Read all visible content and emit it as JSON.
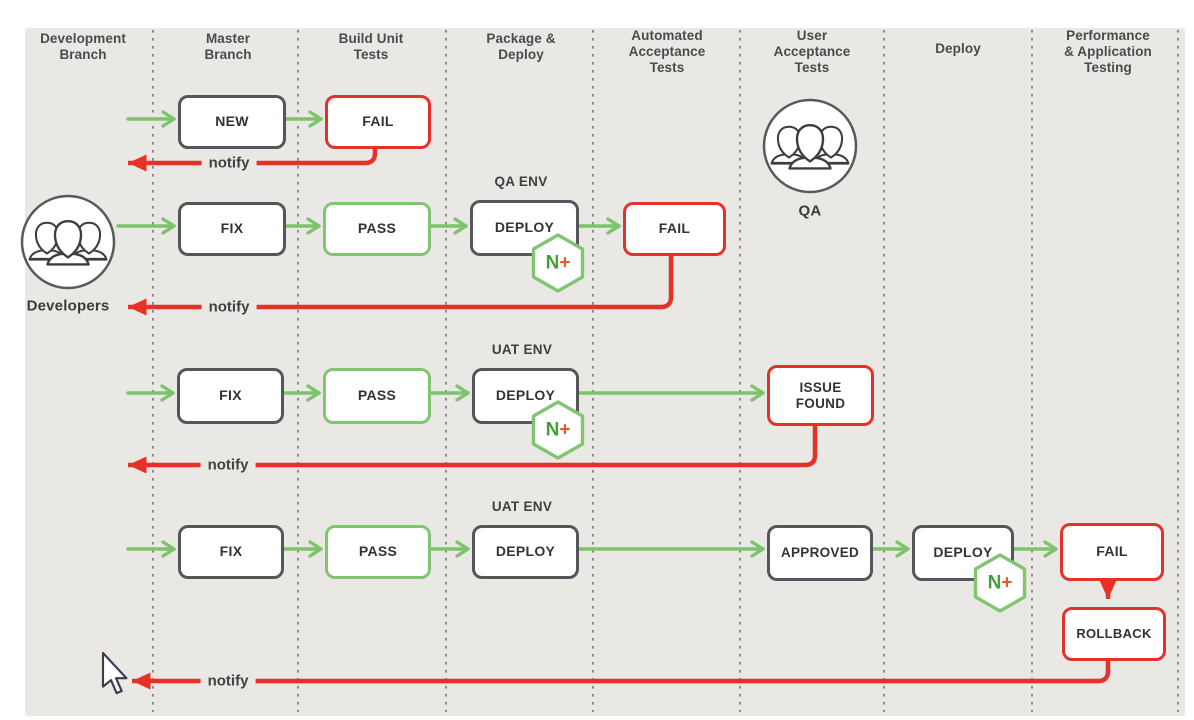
{
  "diagram": {
    "type": "ci-cd-pipeline-flow",
    "colors": {
      "background": "#e9e8e5",
      "green_arrow": "#7dc36b",
      "green_border": "#82c571",
      "red": "#e73128",
      "dark_border": "#55565a",
      "text": "#3b3b3d",
      "nginx_n_green": "#41a037",
      "nginx_plus_orange": "#e35a2b"
    }
  },
  "columns": [
    {
      "label": "Development\nBranch"
    },
    {
      "label": "Master\nBranch"
    },
    {
      "label": "Build Unit\nTests"
    },
    {
      "label": "Package &\nDeploy"
    },
    {
      "label": "Automated\nAcceptance\nTests"
    },
    {
      "label": "User\nAcceptance\nTests"
    },
    {
      "label": "Deploy"
    },
    {
      "label": "Performance\n& Application\nTesting"
    }
  ],
  "actors": {
    "developers": {
      "label": "Developers"
    },
    "qa": {
      "label": "QA"
    }
  },
  "badge": {
    "n": "N",
    "plus": "+"
  },
  "labels": {
    "notify": "notify"
  },
  "rows": {
    "row1": {
      "new": "NEW",
      "fail": "FAIL"
    },
    "row2": {
      "fix": "FIX",
      "pass": "PASS",
      "env": "QA ENV",
      "deploy": "DEPLOY",
      "fail": "FAIL"
    },
    "row3": {
      "fix": "FIX",
      "pass": "PASS",
      "env": "UAT ENV",
      "deploy": "DEPLOY",
      "issue": "ISSUE\nFOUND"
    },
    "row4": {
      "fix": "FIX",
      "pass": "PASS",
      "env": "UAT ENV",
      "deploy": "DEPLOY",
      "approved": "APPROVED",
      "deploy2": "DEPLOY",
      "fail": "FAIL",
      "rollback": "ROLLBACK"
    }
  }
}
